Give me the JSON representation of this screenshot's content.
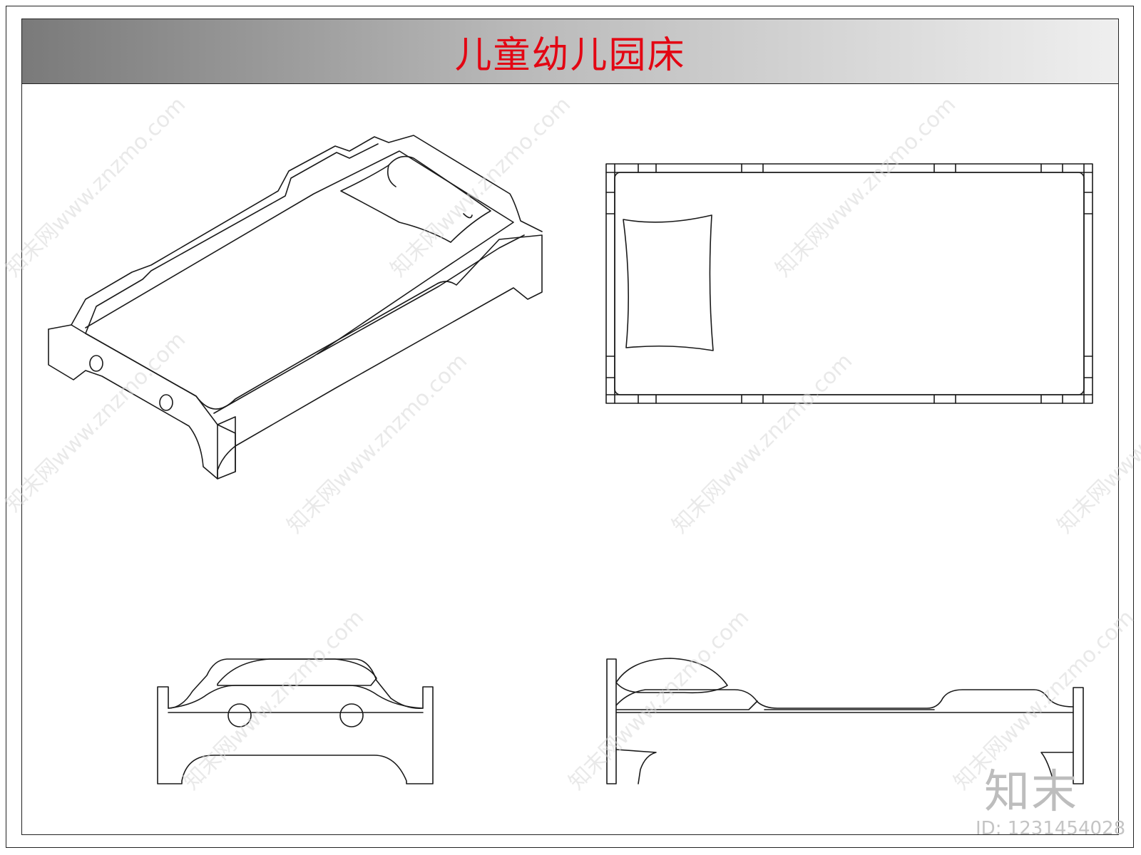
{
  "title": "儿童幼儿园床",
  "watermark": "知末网www.znzmo.com",
  "logo": "知末",
  "id_label": "ID: 1231454028",
  "colors": {
    "title": "#e30613",
    "line": "#1a1a1a",
    "watermark": "#d8d8d8"
  }
}
